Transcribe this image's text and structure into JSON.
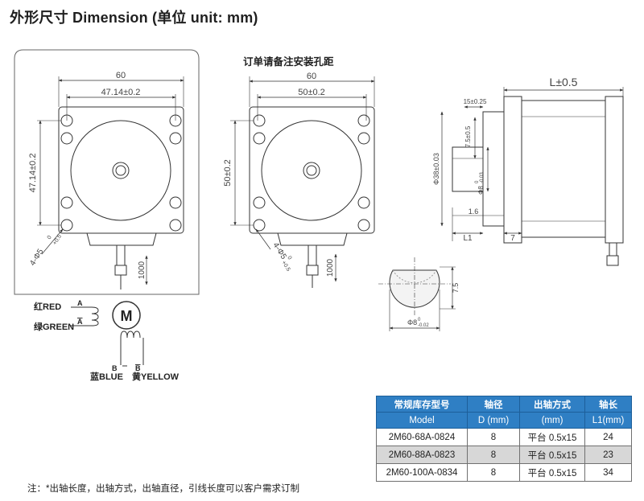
{
  "title": "外形尺寸 Dimension (单位 unit: mm)",
  "subtitle": "订单请备注安装孔距",
  "drawing1": {
    "width_label": "60",
    "hole_spacing_label": "47.14±0.2",
    "height_spacing_label": "47.14±0.2",
    "hole_label": "4-Φ5",
    "hole_tol_top": "0",
    "hole_tol_bottom": "+0.5",
    "lead_label": "1000"
  },
  "drawing2": {
    "width_label": "60",
    "hole_spacing_label": "50±0.2",
    "height_spacing_label": "50±0.2",
    "hole_label": "4-Φ5",
    "hole_tol_top": "0",
    "hole_tol_bottom": "+0.5",
    "lead_label": "1000"
  },
  "side_view": {
    "length_label": "L±0.5",
    "boss_width": "15±0.25",
    "flat_label": "7.5±0.5",
    "boss_dia": "Φ38±0.03",
    "shaft_dia": "Φ8",
    "shaft_tol_top": "0",
    "shaft_tol_bottom": "-0.03",
    "boss_height": "1.6",
    "l1_label": "L1",
    "flange_label": "7"
  },
  "shaft_section": {
    "flat_label": "7.5",
    "dia_label": "Φ8",
    "dia_tol_top": "0",
    "dia_tol_bottom": "-0.02"
  },
  "wiring": {
    "motor_label": "M",
    "a_label": "A",
    "a_bar_label": "A",
    "b_label": "B",
    "b_bar_label": "B",
    "red": "红RED",
    "green": "绿GREEN",
    "blue": "蓝BLUE",
    "yellow": "黄YELLOW"
  },
  "table": {
    "headers_cn": [
      "常规库存型号",
      "轴径",
      "出轴方式",
      "轴长"
    ],
    "headers_en": [
      "Model",
      "D (mm)",
      "(mm)",
      "L1(mm)"
    ],
    "rows": [
      [
        "2M60-68A-0824",
        "8",
        "平台 0.5x15",
        "24"
      ],
      [
        "2M60-88A-0823",
        "8",
        "平台 0.5x15",
        "23"
      ],
      [
        "2M60-100A-0834",
        "8",
        "平台 0.5x15",
        "34"
      ]
    ]
  },
  "note": "注：*出轴长度，出轴方式，出轴直径，引线长度可以客户需求订制",
  "colors": {
    "header_blue": "#2f7fc4",
    "line": "#333333",
    "alt_row": "#d7d7d7"
  }
}
